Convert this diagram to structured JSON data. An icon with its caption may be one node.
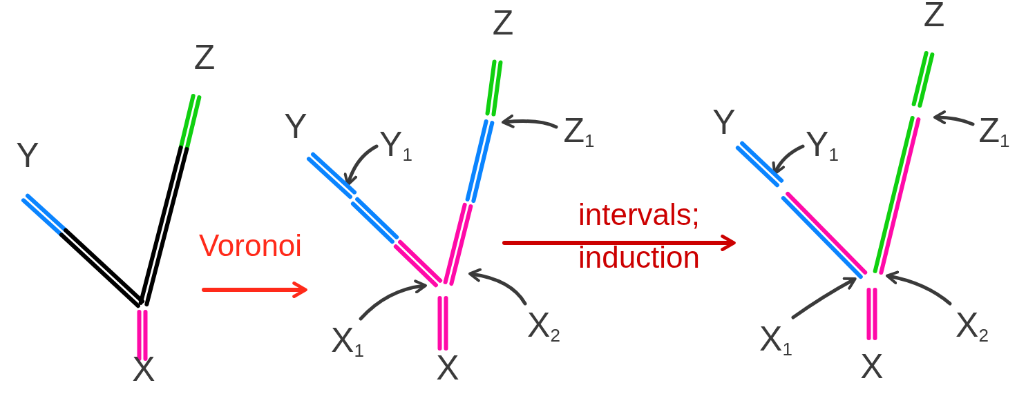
{
  "diagram": {
    "nodes": [
      {
        "text": [],
        "shape": "picture"
      },
      {
        "text": [],
        "shape": "picture"
      },
      {
        "text": [],
        "shape": "picture"
      },
      {
        "text": [
          "Y$_{1}$"
        ],
        "in": 1
      },
      {
        "text": [
          "Z$_{1}$"
        ]
      },
      {
        "text": [
          "X$_{1}$"
        ]
      },
      {
        "text": [
          "X$_{2}$"
        ]
      },
      {
        "text": [
          "Y$_{1}$"
        ],
        "in": 2
      },
      {
        "text": [
          "Z$_{1}$"
        ]
      },
      {
        "text": [
          "X$_{1}$"
        ]
      },
      {
        "text": [
          "X$_{2}$"
        ]
      }
    ],
    "edges": [
      {
        "from": 0,
        "to": 1,
        "arrow": "to",
        "label": "Voronoi",
        "color": "#ff2a1a"
      },
      {
        "from": 1,
        "to": 2,
        "arrow": "to",
        "label": "intervals; induction",
        "color": "#cc0000"
      },
      {
        "from": 3,
        "to": null,
        "arrow": "to"
      },
      {
        "from": 4,
        "to": 1,
        "arrow": "to"
      },
      {
        "from": 5,
        "to": 1,
        "arrow": "to"
      },
      {
        "from": 6,
        "to": 1,
        "arrow": "to"
      },
      {
        "from": 7,
        "to": null,
        "arrow": "to"
      },
      {
        "from": 8,
        "to": 2,
        "arrow": "to"
      },
      {
        "from": 9,
        "to": 2,
        "arrow": "to"
      },
      {
        "from": 10,
        "to": 2,
        "arrow": "to"
      }
    ],
    "labels": [
      "Y",
      "Z",
      "X",
      "Y",
      "Z",
      "X",
      "Y",
      "Z",
      "X"
    ]
  }
}
